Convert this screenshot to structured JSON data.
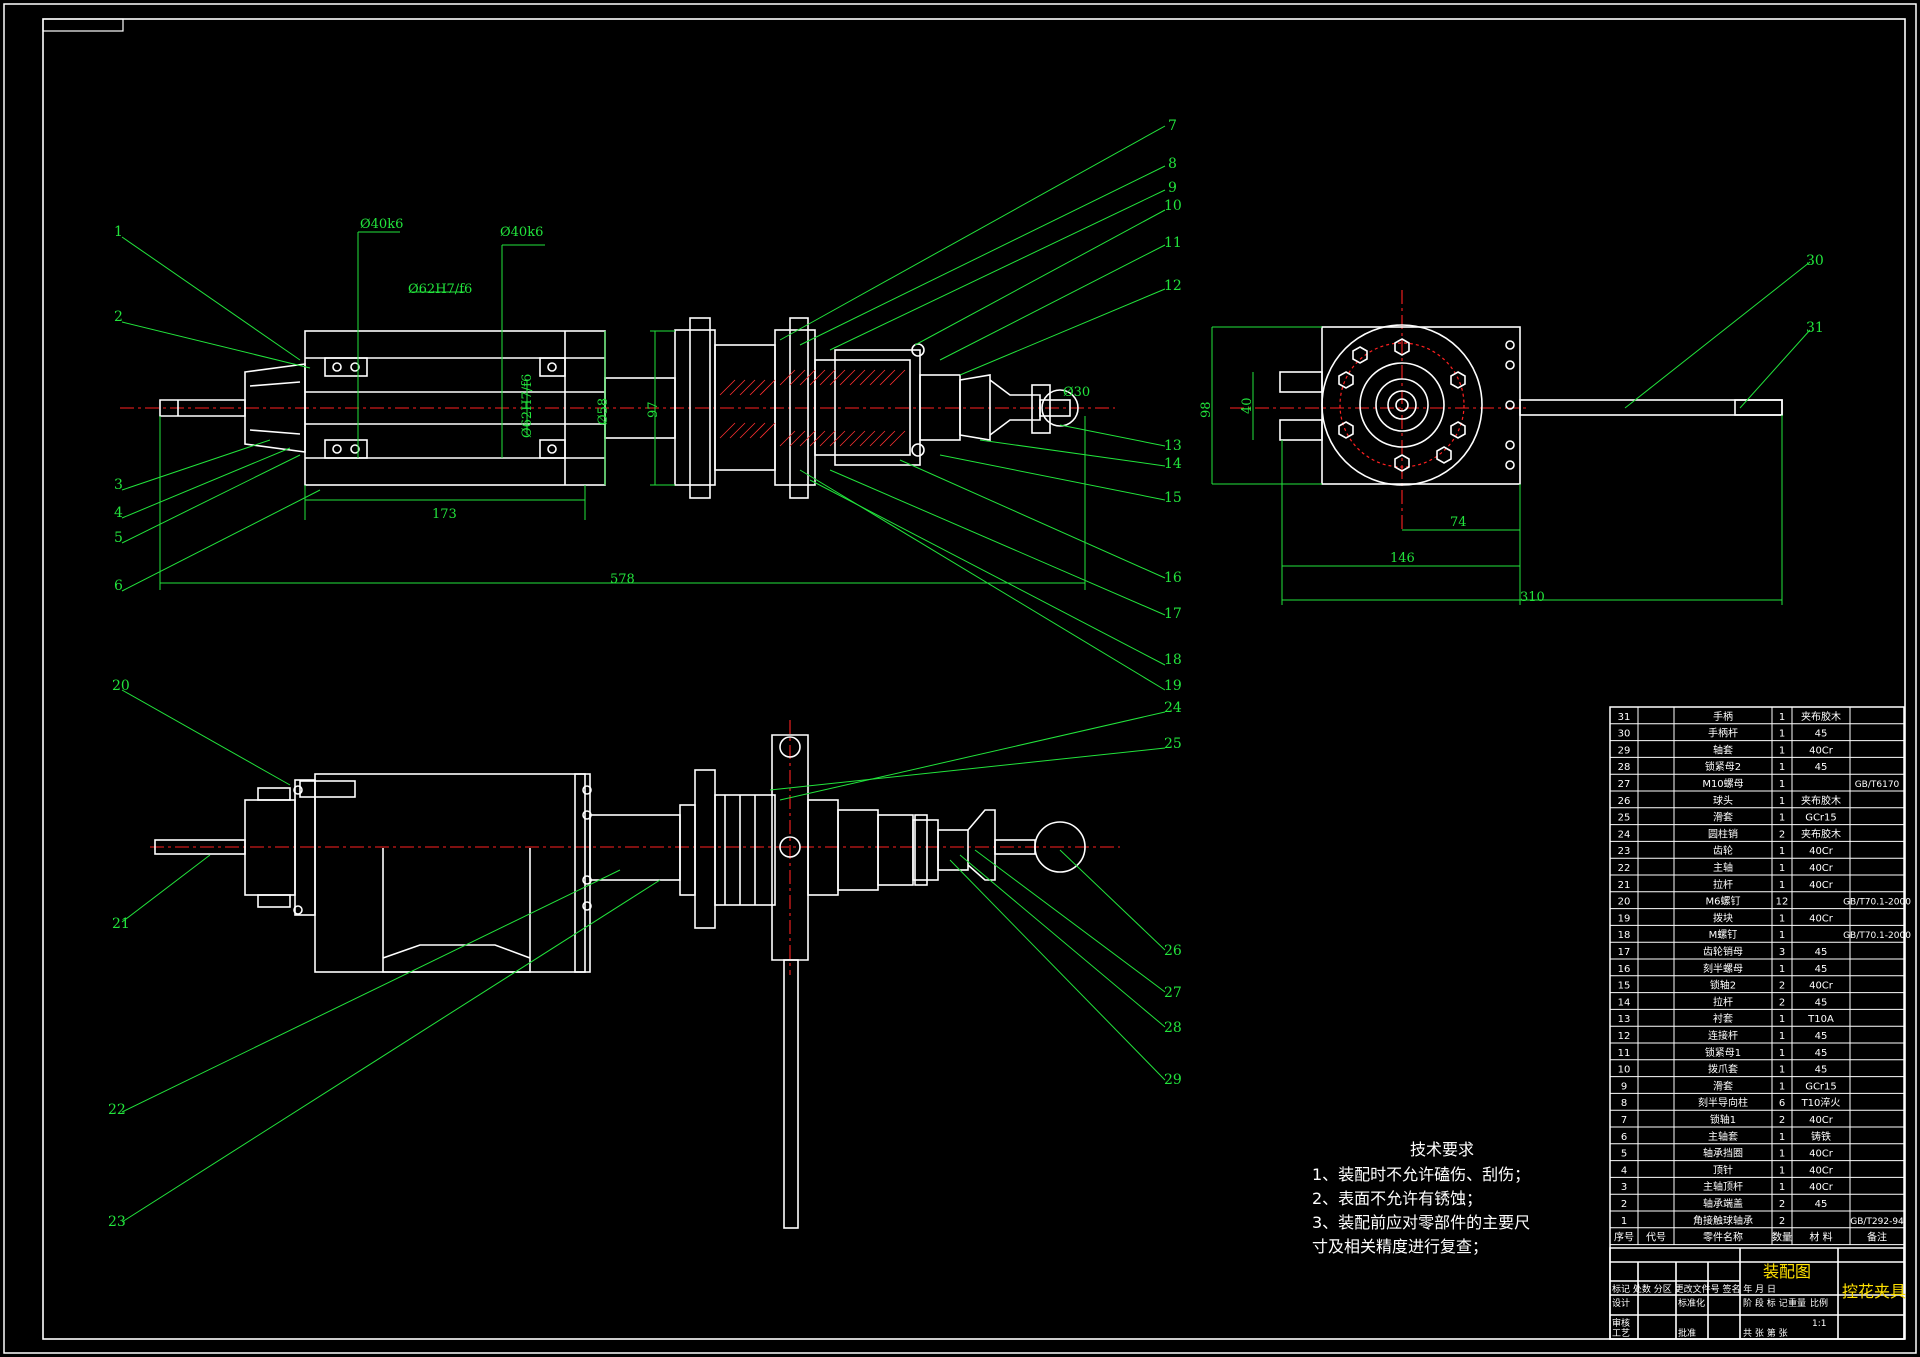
{
  "balloons": {
    "b1": "1",
    "b2": "2",
    "b3": "3",
    "b4": "4",
    "b5": "5",
    "b6": "6",
    "b7": "7",
    "b8": "8",
    "b9": "9",
    "b10": "10",
    "b11": "11",
    "b12": "12",
    "b13": "13",
    "b14": "14",
    "b15": "15",
    "b16": "16",
    "b17": "17",
    "b18": "18",
    "b19": "19",
    "b20": "20",
    "b21": "21",
    "b22": "22",
    "b23": "23",
    "b24": "24",
    "b25": "25",
    "b26": "26",
    "b27": "27",
    "b28": "28",
    "b29": "29",
    "b30": "30",
    "b31": "31"
  },
  "dimensions": {
    "fit1": "Ø40k6",
    "fit2": "Ø40k6",
    "fit3": "Ø62H7/f6",
    "fit4": "Ø62H7/f6",
    "d58": "Ø58",
    "d97": "97",
    "d30": "Ø30",
    "l173": "173",
    "l578": "578",
    "h98": "98",
    "h40": "40",
    "l74": "74",
    "l146": "146",
    "l310": "310"
  },
  "notes": {
    "heading": "技术要求",
    "line1": "1、装配时不允许磕伤、刮伤；",
    "line2": "2、表面不允许有锈蚀；",
    "line3": "3、装配前应对零部件的主要尺",
    "line4": "寸及相关精度进行复查；"
  },
  "parts": [
    {
      "no": "31",
      "name": "手柄",
      "qty": "1",
      "mat": "夹布胶木",
      "note": ""
    },
    {
      "no": "30",
      "name": "手柄杆",
      "qty": "1",
      "mat": "45",
      "note": ""
    },
    {
      "no": "29",
      "name": "轴套",
      "qty": "1",
      "mat": "40Cr",
      "note": ""
    },
    {
      "no": "28",
      "name": "锁紧母2",
      "qty": "1",
      "mat": "45",
      "note": ""
    },
    {
      "no": "27",
      "name": "M10螺母",
      "qty": "1",
      "mat": "",
      "note": "GB/T6170"
    },
    {
      "no": "26",
      "name": "球头",
      "qty": "1",
      "mat": "夹布胶木",
      "note": ""
    },
    {
      "no": "25",
      "name": "滑套",
      "qty": "1",
      "mat": "GCr15",
      "note": ""
    },
    {
      "no": "24",
      "name": "圆柱销",
      "qty": "2",
      "mat": "夹布胶木",
      "note": ""
    },
    {
      "no": "23",
      "name": "齿轮",
      "qty": "1",
      "mat": "40Cr",
      "note": ""
    },
    {
      "no": "22",
      "name": "主轴",
      "qty": "1",
      "mat": "40Cr",
      "note": ""
    },
    {
      "no": "21",
      "name": "拉杆",
      "qty": "1",
      "mat": "40Cr",
      "note": ""
    },
    {
      "no": "20",
      "name": "M6螺钉",
      "qty": "12",
      "mat": "",
      "note": "GB/T70.1-2000"
    },
    {
      "no": "19",
      "name": "拨块",
      "qty": "1",
      "mat": "40Cr",
      "note": ""
    },
    {
      "no": "18",
      "name": "M螺钉",
      "qty": "1",
      "mat": "",
      "note": "GB/T70.1-2000"
    },
    {
      "no": "17",
      "name": "齿轮销母",
      "qty": "3",
      "mat": "45",
      "note": ""
    },
    {
      "no": "16",
      "name": "刻半螺母",
      "qty": "1",
      "mat": "45",
      "note": ""
    },
    {
      "no": "15",
      "name": "锁轴2",
      "qty": "2",
      "mat": "40Cr",
      "note": ""
    },
    {
      "no": "14",
      "name": "拉杆",
      "qty": "2",
      "mat": "45",
      "note": ""
    },
    {
      "no": "13",
      "name": "衬套",
      "qty": "1",
      "mat": "T10A",
      "note": ""
    },
    {
      "no": "12",
      "name": "连接杆",
      "qty": "1",
      "mat": "45",
      "note": ""
    },
    {
      "no": "11",
      "name": "锁紧母1",
      "qty": "1",
      "mat": "45",
      "note": ""
    },
    {
      "no": "10",
      "name": "拨爪套",
      "qty": "1",
      "mat": "45",
      "note": ""
    },
    {
      "no": "9",
      "name": "滑套",
      "qty": "1",
      "mat": "GCr15",
      "note": ""
    },
    {
      "no": "8",
      "name": "刻半导向柱",
      "qty": "6",
      "mat": "T10淬火",
      "note": ""
    },
    {
      "no": "7",
      "name": "锁轴1",
      "qty": "2",
      "mat": "40Cr",
      "note": ""
    },
    {
      "no": "6",
      "name": "主轴套",
      "qty": "1",
      "mat": "铸铁",
      "note": ""
    },
    {
      "no": "5",
      "name": "轴承挡圈",
      "qty": "1",
      "mat": "40Cr",
      "note": ""
    },
    {
      "no": "4",
      "name": "顶针",
      "qty": "1",
      "mat": "40Cr",
      "note": ""
    },
    {
      "no": "3",
      "name": "主轴顶杆",
      "qty": "1",
      "mat": "40Cr",
      "note": ""
    },
    {
      "no": "2",
      "name": "轴承端盖",
      "qty": "2",
      "mat": "45",
      "note": ""
    },
    {
      "no": "1",
      "name": "角接触球轴承",
      "qty": "2",
      "mat": "",
      "note": "GB/T292-94"
    }
  ],
  "table_header": {
    "no": "序号",
    "code": "代号",
    "name": "零件名称",
    "qty": "数量",
    "mat": "材 料",
    "note": "备注"
  },
  "title_block": {
    "drawing_name": "装配图",
    "product_name": "控花夹具",
    "row_labels": [
      "标记",
      "处数",
      "分区",
      "更改文件号",
      "签名",
      "年 月 日"
    ],
    "designer": "设计",
    "standardization": "标准化",
    "review": "审核",
    "process": "工艺",
    "approve": "批准",
    "stage": "阶 段 标 记",
    "weight": "重量",
    "scale": "比例",
    "scale_val": "1:1",
    "sheets": "共 张 第 张"
  }
}
